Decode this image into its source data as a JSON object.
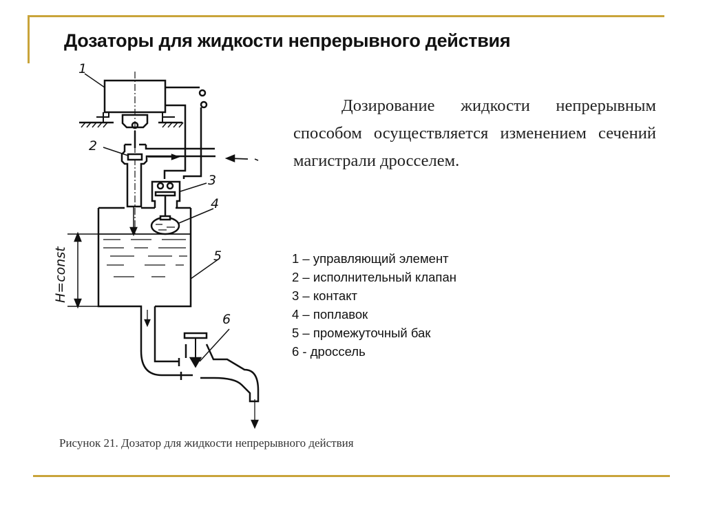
{
  "slide": {
    "title": "Дозаторы для жидкости непрерывного действия",
    "paragraph": "Дозирование жидкости непрерывным способом осуществляется изменением сечений магистрали дросселем.",
    "legend": [
      "1 – управляющий элемент",
      "2 – исполнительный клапан",
      "3 – контакт",
      "4 – поплавок",
      "5 – промежуточный бак",
      "6 - дроссель"
    ],
    "caption": "Рисунок 21. Дозатор для жидкости непрерывного действия",
    "accent_color": "#c9a43a"
  },
  "diagram": {
    "labels": {
      "control_element": "1",
      "valve": "2",
      "contact": "3",
      "float": "4",
      "tank": "5",
      "throttle": "6",
      "height": "H=const"
    }
  }
}
